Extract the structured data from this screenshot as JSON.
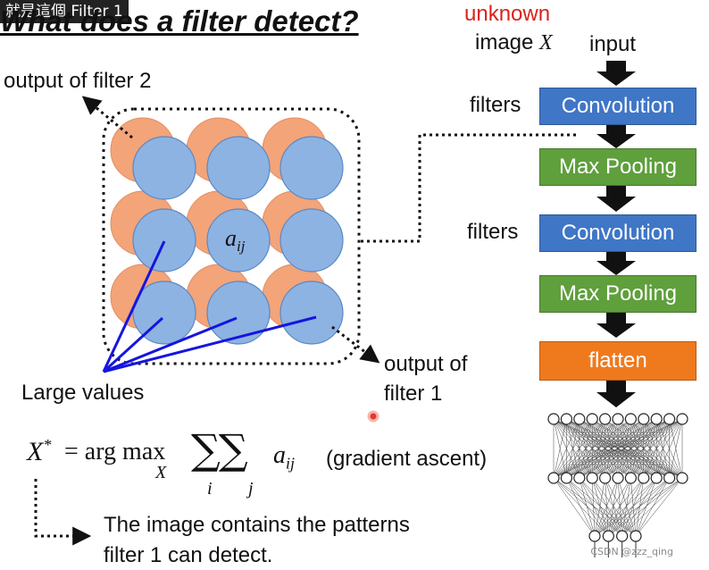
{
  "caption": "就是這個 Filter 1",
  "title": "What does a filter detect?",
  "left_labels": {
    "output_filter2": "output of filter 2",
    "a_ij": "a",
    "a_ij_sub": "ij",
    "large_values": "Large values",
    "output_filter1_line1": "output of",
    "output_filter1_line2": "filter 1"
  },
  "formula": {
    "lhs": "X",
    "lhs_sup": "*",
    "eq": "= arg max",
    "max_sub": "X",
    "sigma": "∑∑",
    "sum_sub_i": "i",
    "sum_sub_j": "j",
    "term": "a",
    "term_sub": "ij",
    "note": "(gradient ascent)"
  },
  "conclusion": {
    "line1": "The image contains the patterns",
    "line2": "filter 1 can detect."
  },
  "pipeline": {
    "unknown": "unknown",
    "image_label": "image",
    "image_var": "X",
    "input": "input",
    "filters1": "filters",
    "filters2": "filters",
    "conv1": "Convolution",
    "pool1": "Max Pooling",
    "conv2": "Convolution",
    "pool2": "Max Pooling",
    "flatten": "flatten"
  },
  "watermark": "CSDN @zzz_qing",
  "colors": {
    "orange_circle": "#f3a479",
    "blue_circle": "#8db3e2",
    "blue_line": "#1515e0",
    "conv": "#3f76c6",
    "pool": "#5f9f3c",
    "flatten": "#ef7a1e",
    "unknown_text": "#d9241c"
  }
}
